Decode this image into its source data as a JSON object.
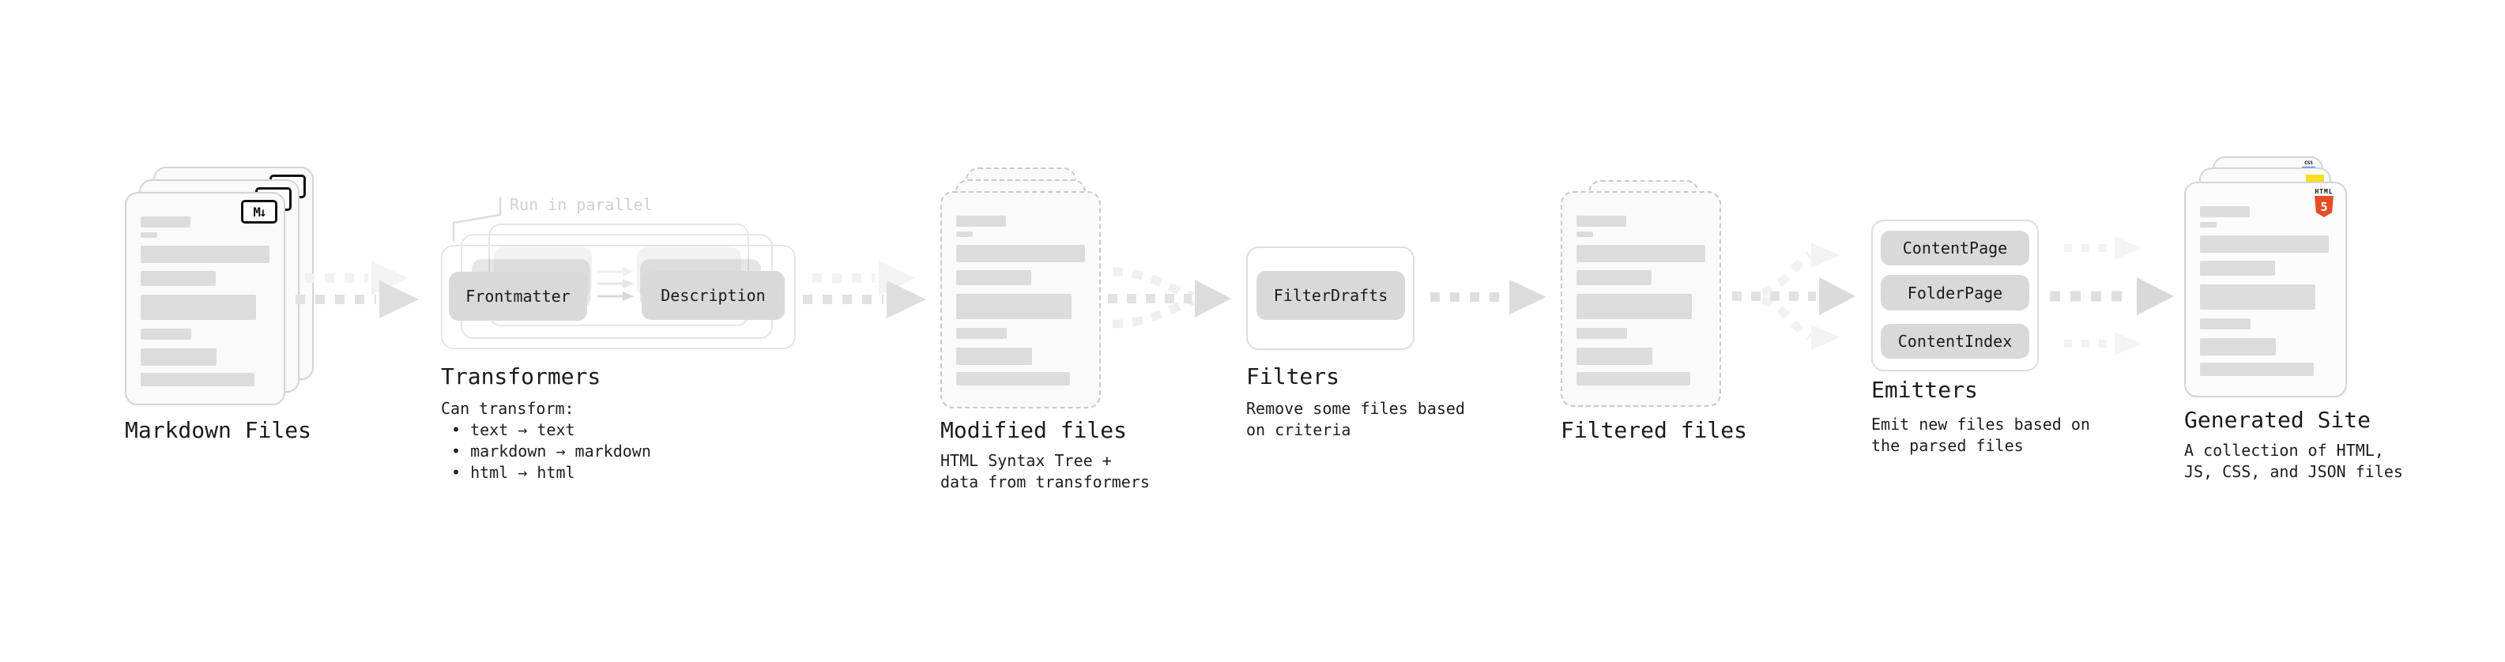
{
  "diagram": {
    "markdown_files": {
      "label": "Markdown Files",
      "badge": "M↓"
    },
    "transformers": {
      "annotation": "Run in parallel",
      "chip_frontmatter": "Frontmatter",
      "chip_description": "Description",
      "label": "Transformers",
      "desc_heading": "Can transform:",
      "bullets": [
        "• text → text",
        "• markdown → markdown",
        "• html → html"
      ]
    },
    "modified_files": {
      "label": "Modified files",
      "desc_line1": "HTML Syntax Tree +",
      "desc_line2": "data from transformers"
    },
    "filters": {
      "chip": "FilterDrafts",
      "label": "Filters",
      "desc_line1": "Remove some files based",
      "desc_line2": "on criteria"
    },
    "filtered_files": {
      "label": "Filtered files"
    },
    "emitters": {
      "chips": [
        "ContentPage",
        "FolderPage",
        "ContentIndex"
      ],
      "label": "Emitters",
      "desc_line1": "Emit new files based on",
      "desc_line2": "the parsed files"
    },
    "generated_site": {
      "label": "Generated Site",
      "desc_line1": "A collection of HTML,",
      "desc_line2": "JS, CSS, and JSON files",
      "badge_css": "CSS",
      "badge_html_text": "HTML",
      "badge_html_number": "5"
    }
  },
  "colors": {
    "background": "#ffffff",
    "card_fill": "#fafafa",
    "card_border": "#d5d5d5",
    "dashed_border": "#c9c9c9",
    "placeholder_bar": "#dcdcdc",
    "chip_fill": "#d9d9d9",
    "outline": "#e6e6e6",
    "annotation_muted": "#d0d0d0",
    "arrow_dark": "#dfdfdf",
    "arrow_light": "#f2f2f2",
    "text": "#1b1b1b",
    "markdown_badge": "#111111",
    "html5_orange": "#e44d26",
    "js_yellow": "#f7df1e",
    "css_blue": "#2965f1"
  }
}
